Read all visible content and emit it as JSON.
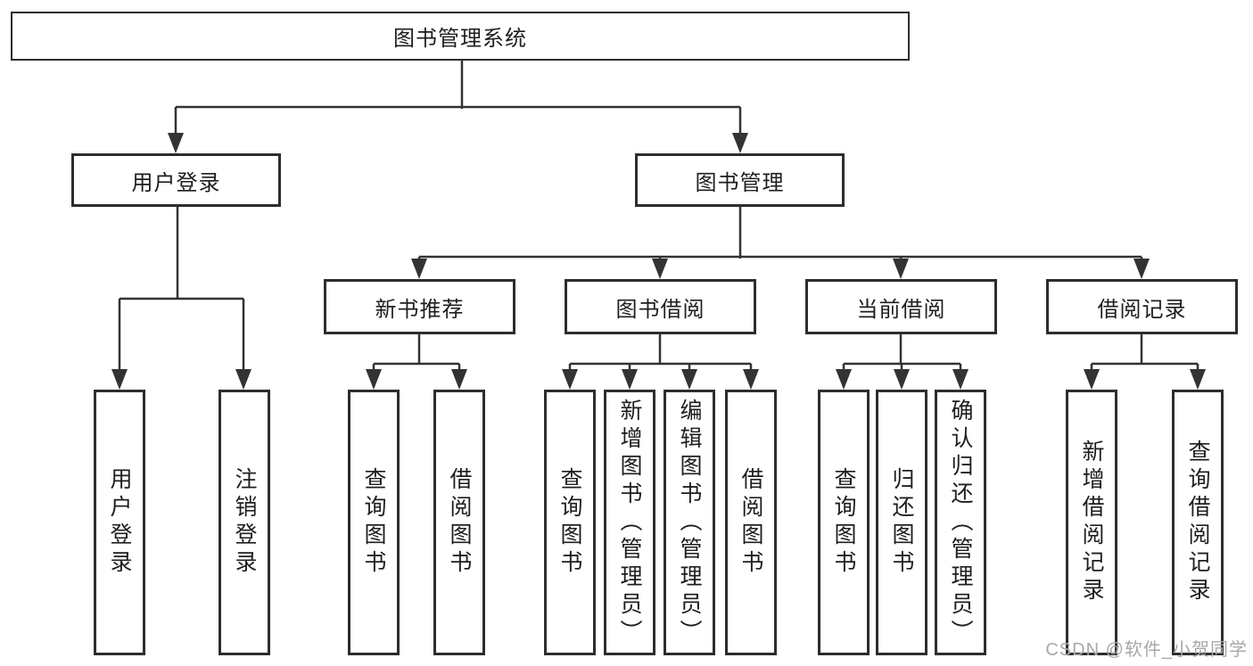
{
  "tree": {
    "label": "图书管理系统",
    "children": [
      {
        "label": "用户登录",
        "children": [
          {
            "label": "用户登录"
          },
          {
            "label": "注销登录"
          }
        ]
      },
      {
        "label": "图书管理",
        "children": [
          {
            "label": "新书推荐",
            "children": [
              {
                "label": "查询图书"
              },
              {
                "label": "借阅图书"
              }
            ]
          },
          {
            "label": "图书借阅",
            "children": [
              {
                "label": "查询图书"
              },
              {
                "label": "新增图书（管理员）"
              },
              {
                "label": "编辑图书（管理员）"
              },
              {
                "label": "借阅图书"
              }
            ]
          },
          {
            "label": "当前借阅",
            "children": [
              {
                "label": "查询图书"
              },
              {
                "label": "归还图书"
              },
              {
                "label": "确认归还（管理员）"
              }
            ]
          },
          {
            "label": "借阅记录",
            "children": [
              {
                "label": "新增借阅记录"
              },
              {
                "label": "查询借阅记录"
              }
            ]
          }
        ]
      }
    ]
  },
  "watermark": {
    "text": "CSDN @软件_小贺同学",
    "color": "#a8a8a8"
  },
  "colors": {
    "background": "#ffffff",
    "line": "#333333",
    "box_border": "#2d2d2d",
    "text": "#1e1e1e"
  }
}
